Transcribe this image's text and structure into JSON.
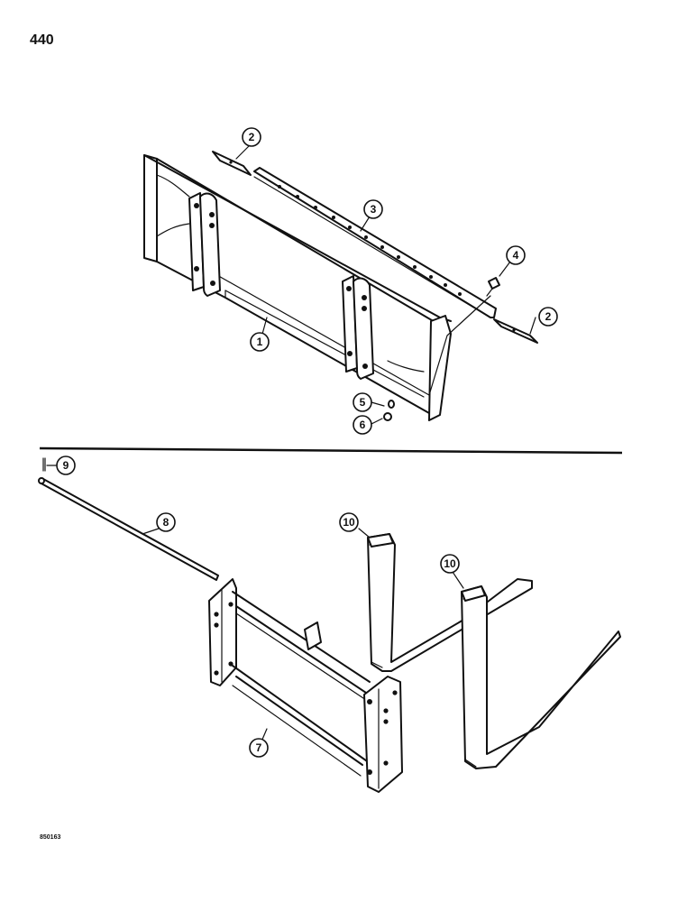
{
  "page_number": "440",
  "figure_code": "850163",
  "callouts": {
    "c1": "1",
    "c2a": "2",
    "c2b": "2",
    "c3": "3",
    "c4": "4",
    "c5": "5",
    "c6": "6",
    "c7": "7",
    "c8": "8",
    "c9": "9",
    "c10a": "10",
    "c10b": "10"
  }
}
